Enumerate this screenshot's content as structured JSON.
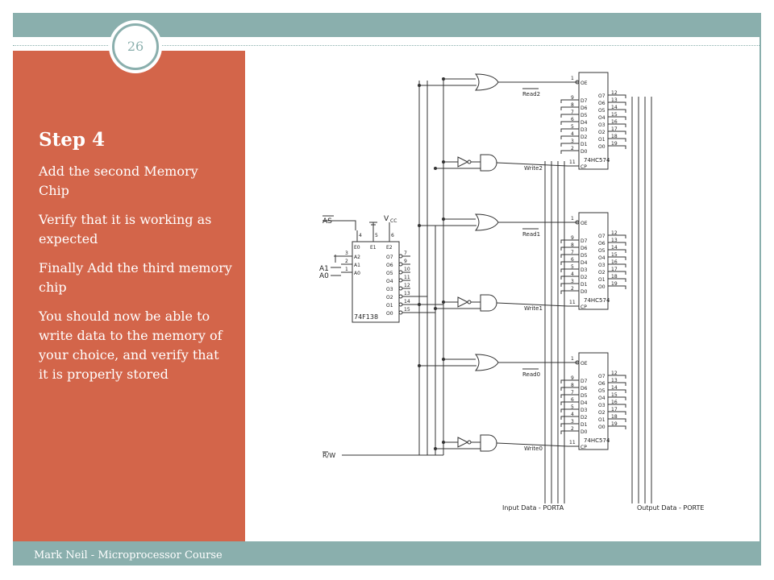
{
  "slide": {
    "page_number": "26",
    "title": "Step 4",
    "bullets": [
      "Add the second Memory Chip",
      "Verify that it is working as expected",
      "Finally Add the third memory chip",
      "You should now be able to write data to the memory of your choice, and verify that it is properly stored"
    ],
    "footer": "Mark Neil - Microprocessor Course"
  },
  "schematic": {
    "decoder": {
      "part": "74F138",
      "vcc": "V",
      "vcc_sub": "CC",
      "enable_pins": [
        "E0",
        "E1",
        "E2"
      ],
      "enable_pin_numbers": [
        "4",
        "5",
        "6"
      ],
      "address_pins": [
        "A2",
        "A1",
        "A0"
      ],
      "address_pin_numbers": [
        "3",
        "2",
        "1"
      ],
      "outputs": [
        "O7",
        "O6",
        "O5",
        "O4",
        "O3",
        "O2",
        "O1",
        "O0"
      ],
      "output_pin_numbers": [
        "7",
        "9",
        "10",
        "11",
        "12",
        "13",
        "14",
        "15"
      ]
    },
    "signals": {
      "as": "AS",
      "a1": "A1",
      "a0": "A0",
      "rw": "R/W",
      "input_bus": "Input Data - PORTA",
      "output_bus": "Output Data - PORTE"
    },
    "chips": [
      {
        "part": "74HC574",
        "read": "Read2",
        "write": "Write2"
      },
      {
        "part": "74HC574",
        "read": "Read1",
        "write": "Write1"
      },
      {
        "part": "74HC574",
        "read": "Read0",
        "write": "Write0"
      }
    ],
    "chip_pins": {
      "oe": "OE",
      "oe_num": "1",
      "inputs": [
        "D7",
        "D6",
        "D5",
        "D4",
        "D3",
        "D2",
        "D1",
        "D0"
      ],
      "input_nums": [
        "9",
        "8",
        "7",
        "6",
        "5",
        "4",
        "3",
        "2"
      ],
      "outputs": [
        "O7",
        "O6",
        "O5",
        "O4",
        "O3",
        "O2",
        "O1",
        "O0"
      ],
      "output_nums": [
        "12",
        "13",
        "14",
        "15",
        "16",
        "17",
        "18",
        "19"
      ],
      "cp": "CP",
      "cp_num": "11"
    }
  },
  "colors": {
    "accent": "#d3654a",
    "band": "#8aafad",
    "wire": "#333333"
  }
}
